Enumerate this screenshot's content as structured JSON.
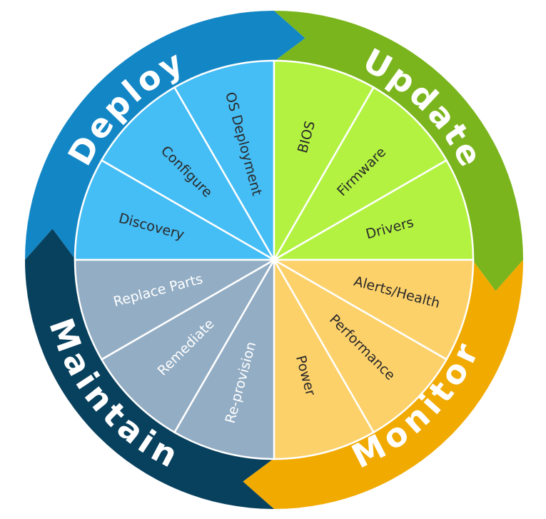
{
  "phases": [
    {
      "label": "Deploy",
      "ring_color": "#1387c6",
      "segment_color": "#45bdf5",
      "segments": [
        "Discovery",
        "Configure",
        "OS Deployment"
      ]
    },
    {
      "label": "Update",
      "ring_color": "#7ab51d",
      "segment_color": "#b3f241",
      "segments": [
        "BIOS",
        "Firmware",
        "Drivers"
      ]
    },
    {
      "label": "Monitor",
      "ring_color": "#f1aa00",
      "segment_color": "#fdd16a",
      "segments": [
        "Alerts/Health",
        "Performance",
        "Power"
      ]
    },
    {
      "label": "Maintain",
      "ring_color": "#08415e",
      "segment_color": "#93adc4",
      "segments": [
        "Re-provision",
        "Remediate",
        "Replace Parts"
      ]
    }
  ]
}
